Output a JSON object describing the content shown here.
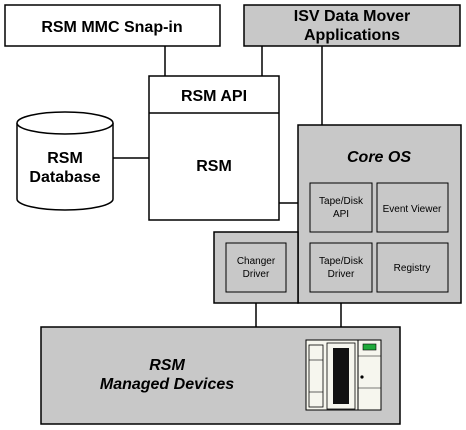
{
  "boxes": {
    "rsm_mmc_snapin": "RSM MMC Snap-in",
    "isv_line1": "ISV Data Mover",
    "isv_line2": "Applications",
    "rsm_api": "RSM API",
    "rsm": "RSM",
    "rsm_database_line1": "RSM",
    "rsm_database_line2": "Database",
    "core_os": "Core OS",
    "tape_disk_api_line1": "Tape/Disk",
    "tape_disk_api_line2": "API",
    "event_viewer": "Event Viewer",
    "changer_driver_line1": "Changer",
    "changer_driver_line2": "Driver",
    "tape_disk_driver_line1": "Tape/Disk",
    "tape_disk_driver_line2": "Driver",
    "registry": "Registry",
    "managed_devices_line1": "RSM",
    "managed_devices_line2": "Managed Devices"
  },
  "colors": {
    "panel_gray": "#c8c8c8",
    "device_dark": "#111111",
    "device_light": "#f6f6ee",
    "led_green": "#1faa3a"
  }
}
